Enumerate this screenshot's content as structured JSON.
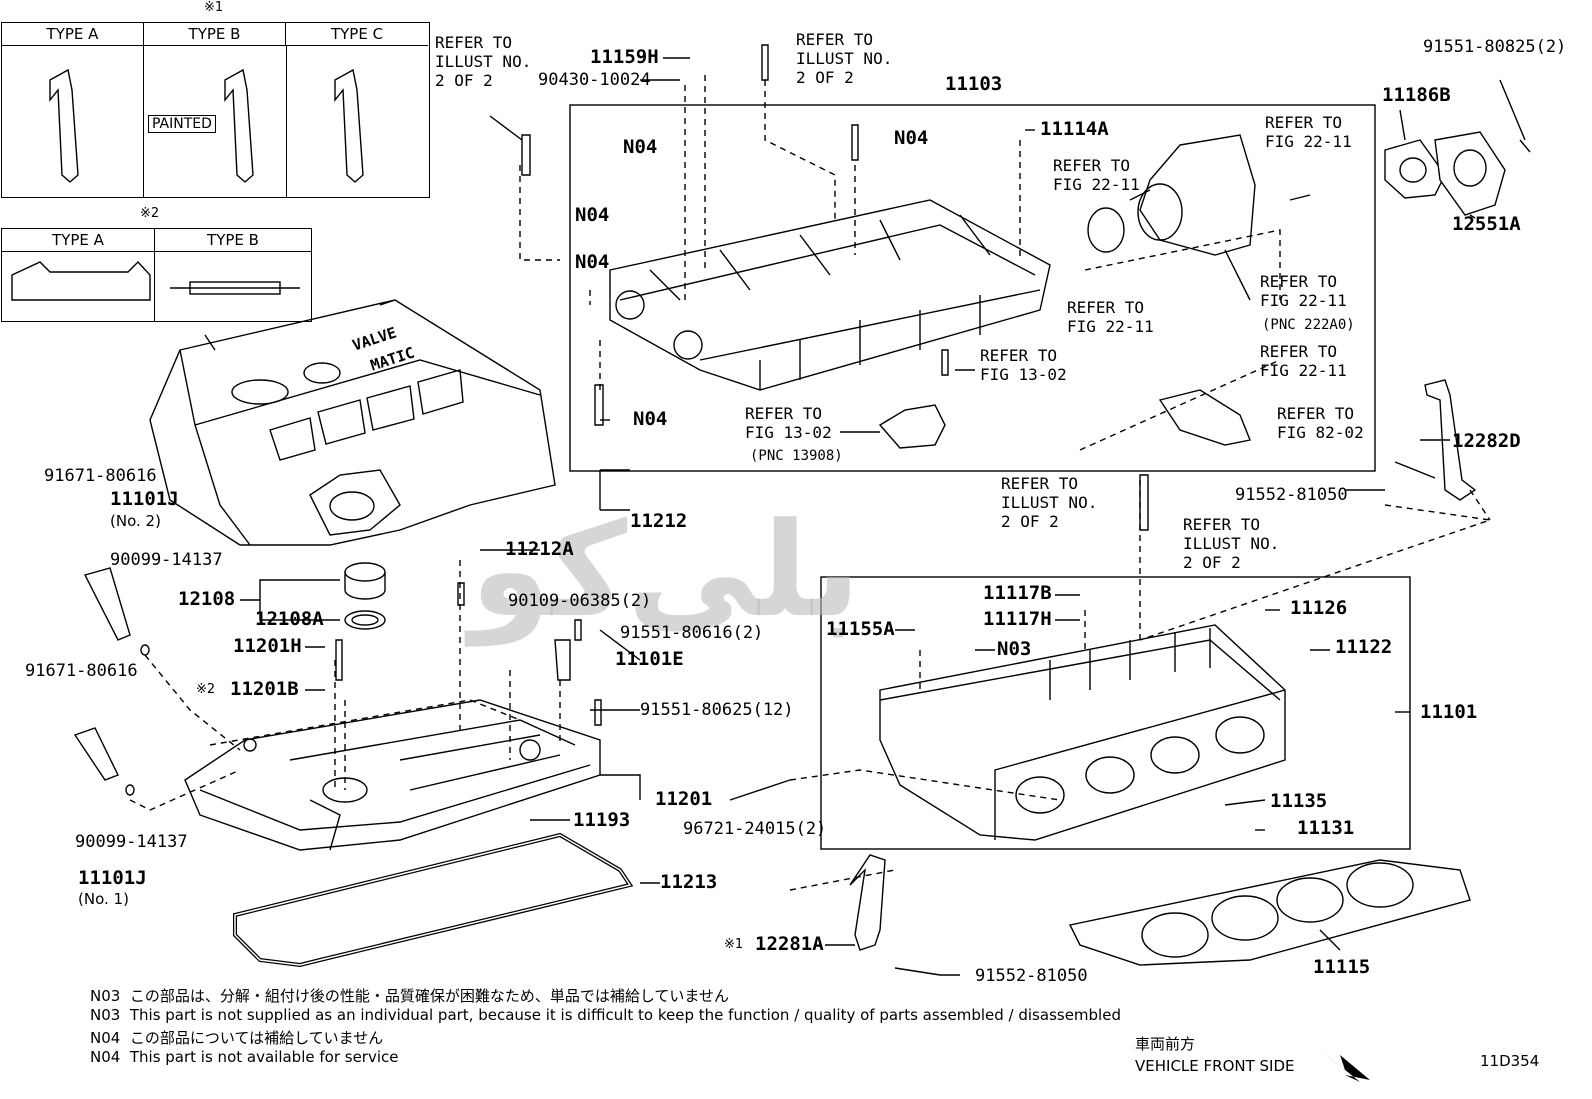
{
  "tables": {
    "mark1": "※1",
    "mark2": "※2",
    "table1": {
      "cols": [
        "TYPE A",
        "TYPE B",
        "TYPE C"
      ],
      "painted": "PAINTED"
    },
    "table2": {
      "cols": [
        "TYPE A",
        "TYPE B"
      ]
    }
  },
  "labels": {
    "p11159H": "11159H",
    "p90430": "90430-10024",
    "p11103": "11103",
    "p11114A": "11114A",
    "p91551_80825": "91551-80825(2)",
    "p11186B": "11186B",
    "p12551A": "12551A",
    "n04a": "N04",
    "n04b": "N04",
    "n04c": "N04",
    "n04d": "N04",
    "n04e": "N04",
    "p91671a": "91671-80616",
    "p11101J_top": "11101J",
    "no2": "(No. 2)",
    "p90099a": "90099-14137",
    "p12108": "12108",
    "p12108A": "12108A",
    "p11201H": "11201H",
    "mark2b": "※2",
    "p11201B": "11201B",
    "p91671b": "91671-80616",
    "p90099b": "90099-14137",
    "p11101J_bot": "11101J",
    "no1": "(No. 1)",
    "p11212": "11212",
    "p11212A": "11212A",
    "p90109": "90109-06385(2)",
    "p91551_80616": "91551-80616(2)",
    "p11101E": "11101E",
    "p91551_80625": "91551-80625(12)",
    "p11201": "11201",
    "p11193": "11193",
    "p11213": "11213",
    "p96721": "96721-24015(2)",
    "p12282D": "12282D",
    "p91552a": "91552-81050",
    "p11117B": "11117B",
    "p11117H": "11117H",
    "p11155A": "11155A",
    "n03": "N03",
    "p11126": "11126",
    "p11122": "11122",
    "p11101": "11101",
    "p11135": "11135",
    "p11131": "11131",
    "mark1b": "※1",
    "p12281A": "12281A",
    "p91552b": "91552-81050",
    "p11115": "11115",
    "diagram_code": "11D354"
  },
  "refs": {
    "r1": "REFER TO\nILLUST NO.\n2 OF 2",
    "r2": "REFER TO\nILLUST NO.\n2 OF 2",
    "r3": "REFER TO\nFIG 22-11",
    "r4": "REFER TO\nFIG 22-11",
    "r5": "REFER TO\nFIG 22-11",
    "r6": "REFER TO\nFIG 22-11",
    "r6b": "(PNC 222A0)",
    "r7": "REFER TO\nFIG 13-02",
    "r8": "REFER TO\nFIG 13-02",
    "r8b": "(PNC 13908)",
    "r9": "REFER TO\nFIG 22-11",
    "r10": "REFER TO\nFIG 82-02",
    "r11": "REFER TO\nILLUST NO.\n2 OF 2",
    "r12": "REFER TO\nILLUST NO.\n2 OF 2"
  },
  "cover_text": {
    "line1": "VALVE",
    "line2": "MATIC"
  },
  "notes": [
    {
      "code": "N03",
      "text": "この部品は、分解・組付け後の性能・品質確保が困難なため、単品では補給していません"
    },
    {
      "code": "N03",
      "text": "This part is not supplied as an individual part, because it is difficult to keep the function / quality of parts  assembled / disassembled"
    },
    {
      "code": "N04",
      "text": "この部品については補給していません"
    },
    {
      "code": "N04",
      "text": "This part is not available for service"
    }
  ],
  "front": {
    "jp": "車両前方",
    "en": "VEHICLE FRONT SIDE"
  },
  "watermark": "بلی‌کو"
}
